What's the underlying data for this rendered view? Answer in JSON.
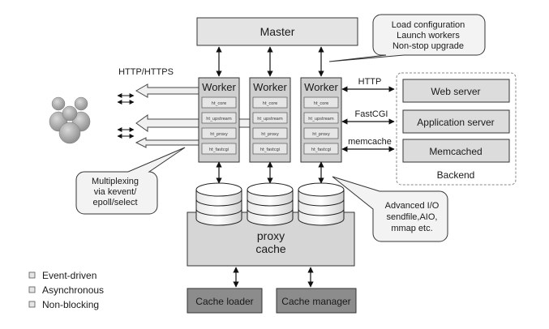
{
  "master": {
    "label": "Master"
  },
  "callouts": {
    "master_note": [
      "Load configuration",
      "Launch workers",
      "Non-stop upgrade"
    ],
    "multiplexing": [
      "Multiplexing",
      "via kevent/",
      "epoll/select"
    ],
    "io": [
      "Advanced I/O",
      "sendfile,AIO,",
      "mmap etc."
    ]
  },
  "protocols": {
    "client": "HTTP/HTTPS",
    "http": "HTTP",
    "fastcgi": "FastCGI",
    "memcache": "memcache"
  },
  "workers": [
    {
      "title": "Worker",
      "modules": [
        "ht_core",
        "ht_upstream",
        "ht_proxy",
        "ht_fastcgi"
      ]
    },
    {
      "title": "Worker",
      "modules": [
        "ht_core",
        "ht_upstream",
        "ht_proxy",
        "ht_fastcgi"
      ]
    },
    {
      "title": "Worker",
      "modules": [
        "ht_core",
        "ht_upstream",
        "ht_proxy",
        "ht_fastcgi"
      ]
    }
  ],
  "backend": {
    "title": "Backend",
    "items": [
      "Web server",
      "Application server",
      "Memcached"
    ]
  },
  "cache": {
    "lines": [
      "proxy",
      "cache"
    ]
  },
  "cache_loader": "Cache loader",
  "cache_manager": "Cache manager",
  "features": [
    "Event-driven",
    "Asynchronous",
    "Non-blocking"
  ]
}
